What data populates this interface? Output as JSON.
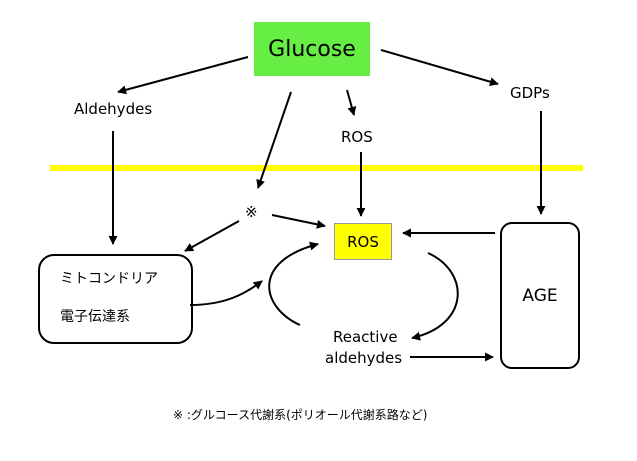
{
  "nodes": {
    "glucose": "Glucose",
    "aldehydes": "Aldehydes",
    "ros_top": "ROS",
    "gdps": "GDPs",
    "asterisk": "※",
    "ros_box": "ROS",
    "mito_line1": "ミトコンドリア",
    "mito_line2": "電子伝達系",
    "age": "AGE",
    "reactive_line1": "Reactive",
    "reactive_line2": "aldehydes"
  },
  "footnote": "※ :グルコース代謝系(ポリオール代謝系路など)",
  "colors": {
    "glucose_fill": "#66ee44",
    "ros_fill": "#ffff00",
    "barrier_line": "#ffff00"
  }
}
